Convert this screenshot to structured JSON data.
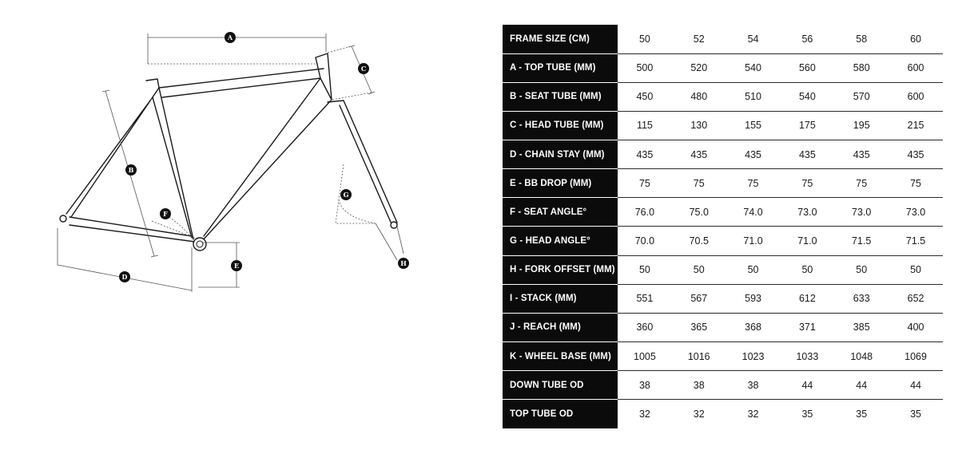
{
  "diagram": {
    "labels": {
      "a": "A",
      "b": "B",
      "c": "C",
      "d": "D",
      "e": "E",
      "f": "F",
      "g": "G",
      "h": "H"
    }
  },
  "table": {
    "rows": [
      {
        "label": "FRAME SIZE (CM)",
        "values": [
          "50",
          "52",
          "54",
          "56",
          "58",
          "60"
        ]
      },
      {
        "label": "A - TOP TUBE (MM)",
        "values": [
          "500",
          "520",
          "540",
          "560",
          "580",
          "600"
        ]
      },
      {
        "label": "B - SEAT TUBE (MM)",
        "values": [
          "450",
          "480",
          "510",
          "540",
          "570",
          "600"
        ]
      },
      {
        "label": "C - HEAD TUBE (MM)",
        "values": [
          "115",
          "130",
          "155",
          "175",
          "195",
          "215"
        ]
      },
      {
        "label": "D - CHAIN STAY (MM)",
        "values": [
          "435",
          "435",
          "435",
          "435",
          "435",
          "435"
        ]
      },
      {
        "label": "E - BB DROP (MM)",
        "values": [
          "75",
          "75",
          "75",
          "75",
          "75",
          "75"
        ]
      },
      {
        "label": "F - SEAT ANGLE°",
        "values": [
          "76.0",
          "75.0",
          "74.0",
          "73.0",
          "73.0",
          "73.0"
        ]
      },
      {
        "label": "G - HEAD ANGLE°",
        "values": [
          "70.0",
          "70.5",
          "71.0",
          "71.0",
          "71.5",
          "71.5"
        ]
      },
      {
        "label": "H - FORK OFFSET (MM)",
        "values": [
          "50",
          "50",
          "50",
          "50",
          "50",
          "50"
        ]
      },
      {
        "label": "I - STACK (MM)",
        "values": [
          "551",
          "567",
          "593",
          "612",
          "633",
          "652"
        ]
      },
      {
        "label": "J - REACH (MM)",
        "values": [
          "360",
          "365",
          "368",
          "371",
          "385",
          "400"
        ]
      },
      {
        "label": "K - WHEEL BASE (MM)",
        "values": [
          "1005",
          "1016",
          "1023",
          "1033",
          "1048",
          "1069"
        ]
      },
      {
        "label": "DOWN TUBE OD",
        "values": [
          "38",
          "38",
          "38",
          "44",
          "44",
          "44"
        ]
      },
      {
        "label": "TOP TUBE OD",
        "values": [
          "32",
          "32",
          "32",
          "35",
          "35",
          "35"
        ]
      }
    ]
  }
}
